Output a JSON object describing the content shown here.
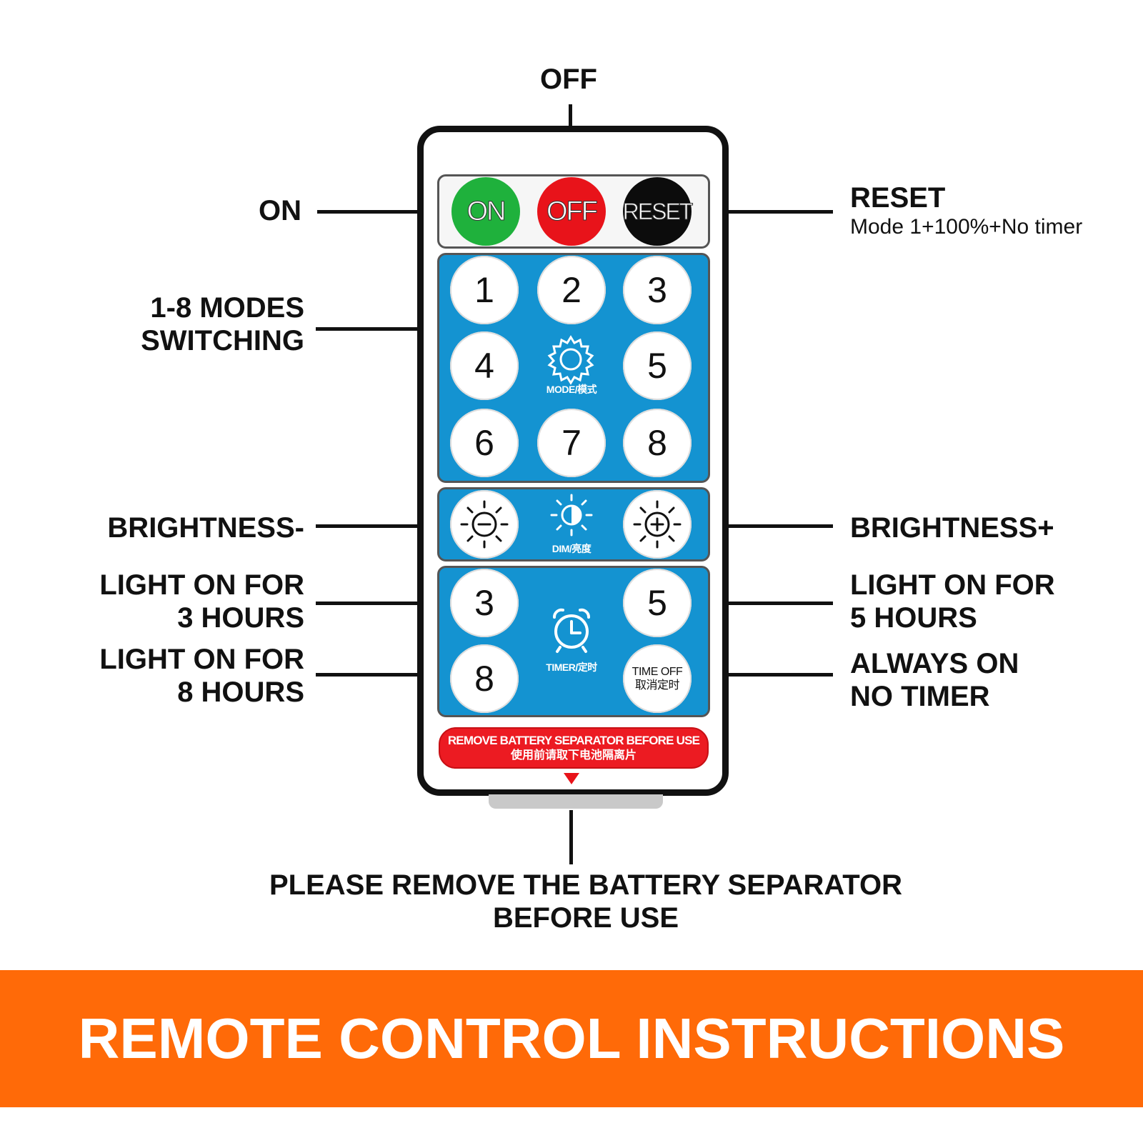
{
  "callouts": {
    "off": "OFF",
    "on": "ON",
    "reset_title": "RESET",
    "reset_sub": "Mode 1+100%+No timer",
    "modes_line1": "1-8 MODES",
    "modes_line2": "SWITCHING",
    "brightness_minus": "BRIGHTNESS-",
    "brightness_plus": "BRIGHTNESS+",
    "light3_line1": "LIGHT ON FOR",
    "light3_line2": "3 HOURS",
    "light5_line1": "LIGHT ON FOR",
    "light5_line2": "5 HOURS",
    "light8_line1": "LIGHT ON FOR",
    "light8_line2": "8 HOURS",
    "always_line1": "ALWAYS ON",
    "always_line2": "NO TIMER",
    "separator_line1": "PLEASE REMOVE THE BATTERY SEPARATOR",
    "separator_line2": "BEFORE USE"
  },
  "remote": {
    "on_label": "ON",
    "off_label": "OFF",
    "reset_label": "RESET",
    "modes": [
      "1",
      "2",
      "3",
      "4",
      "5",
      "6",
      "7",
      "8"
    ],
    "mode_label": "MODE/模式",
    "dim_label": "DIM/亮度",
    "timer_3": "3",
    "timer_5": "5",
    "timer_8": "8",
    "timer_label": "TIMER/定时",
    "time_off_line1": "TIME OFF",
    "time_off_line2": "取消定时",
    "warning_line1": "REMOVE BATTERY SEPARATOR BEFORE USE",
    "warning_line2": "使用前请取下电池隔离片"
  },
  "banner": {
    "title": "REMOTE CONTROL INSTRUCTIONS"
  },
  "colors": {
    "on_button": "#1fb13c",
    "off_button": "#e8131a",
    "reset_button": "#0c0c0c",
    "panel_blue": "#1493d1",
    "banner_orange": "#ff6a08"
  },
  "icons": [
    "gear-icon",
    "sun-minus-icon",
    "half-sun-icon",
    "sun-plus-icon",
    "alarm-clock-icon",
    "down-arrow-icon"
  ]
}
